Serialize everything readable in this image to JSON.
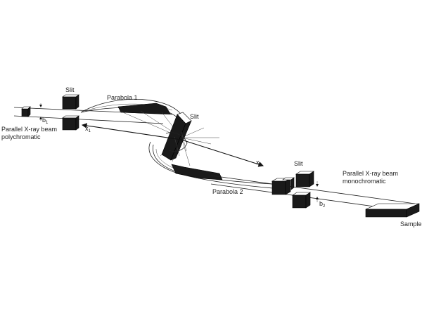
{
  "labels": {
    "slit_left": "Slit",
    "parabola1": "Parabola 1",
    "slit_center": "Slit",
    "beam_in_line1": "Parallel X-ray beam",
    "beam_in_line2": "polychromatic",
    "b1": "b",
    "b1_sub": "1",
    "x1": "x",
    "x1_sub": "1",
    "x2": "x",
    "x2_sub": "2",
    "slit_right": "Slit",
    "beam_out_line1": "Parallel X-ray beam",
    "beam_out_line2": "monochromatic",
    "parabola2": "Parabola 2",
    "b2": "b",
    "b2_sub": "2",
    "sample": "Sample"
  },
  "colors": {
    "ink": "#1a1a1a",
    "line": "#222222",
    "background": "#ffffff"
  }
}
